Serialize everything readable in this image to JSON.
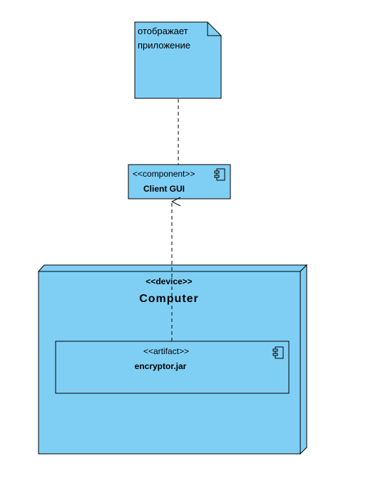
{
  "colors": {
    "fill": "#7fcff5",
    "stroke": "#000000",
    "background": "#ffffff"
  },
  "note": {
    "lines": [
      "отображает",
      "приложение"
    ]
  },
  "component": {
    "stereotype": "<<component>>",
    "name": "Client GUI"
  },
  "device": {
    "stereotype": "<<device>>",
    "name": "Computer"
  },
  "artifact": {
    "stereotype": "<<artifact>>",
    "name": "encryptor.jar"
  },
  "icons": {
    "component_icon": "uml-component-icon",
    "artifact_icon": "uml-component-icon",
    "arrow": "open-arrowhead-icon"
  }
}
